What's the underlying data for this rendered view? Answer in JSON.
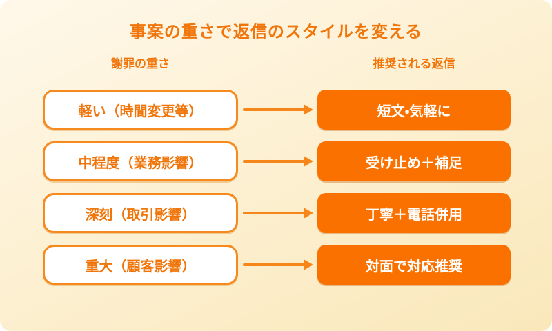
{
  "title": "事案の重さで返信のスタイルを変える",
  "columns": {
    "left": "謝罪の重さ",
    "right": "推奨される返信"
  },
  "rows": [
    {
      "severity": "軽い（時間変更等）",
      "reply": "短文・気軽に"
    },
    {
      "severity": "中程度（業務影響）",
      "reply": "受け止め＋補足"
    },
    {
      "severity": "深刻（取引影響）",
      "reply": "丁寧＋電話併用"
    },
    {
      "severity": "重大（顧客影響）",
      "reply": "対面で対応推奨"
    }
  ],
  "colors": {
    "accent_text": "#f0750a",
    "box_border": "#f68a1e",
    "reply_fill": "#fb7100",
    "arrow": "#f6861a",
    "background_top": "#fff8ea",
    "background_bottom": "#fae8ba"
  }
}
